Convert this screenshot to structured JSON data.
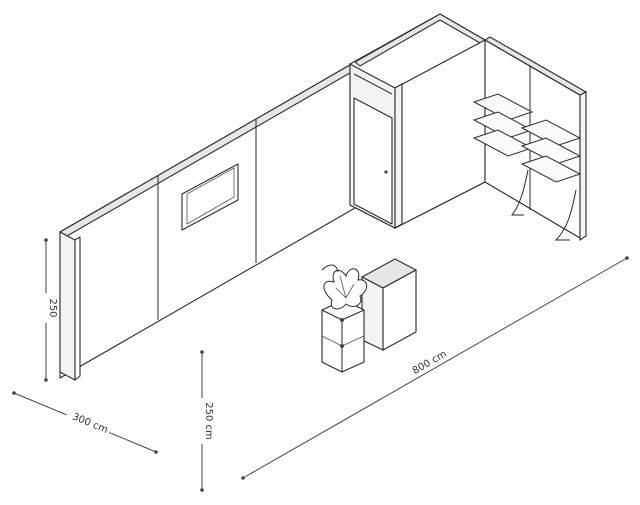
{
  "dimensions": {
    "wall_height_label": "250",
    "depth_label": "300 cm",
    "height_label": "250 cm",
    "length_label": "800 cm"
  },
  "colors": {
    "line": "#2a2a2a",
    "panel": "#ffffff",
    "panel_side": "#f3f3f3"
  }
}
